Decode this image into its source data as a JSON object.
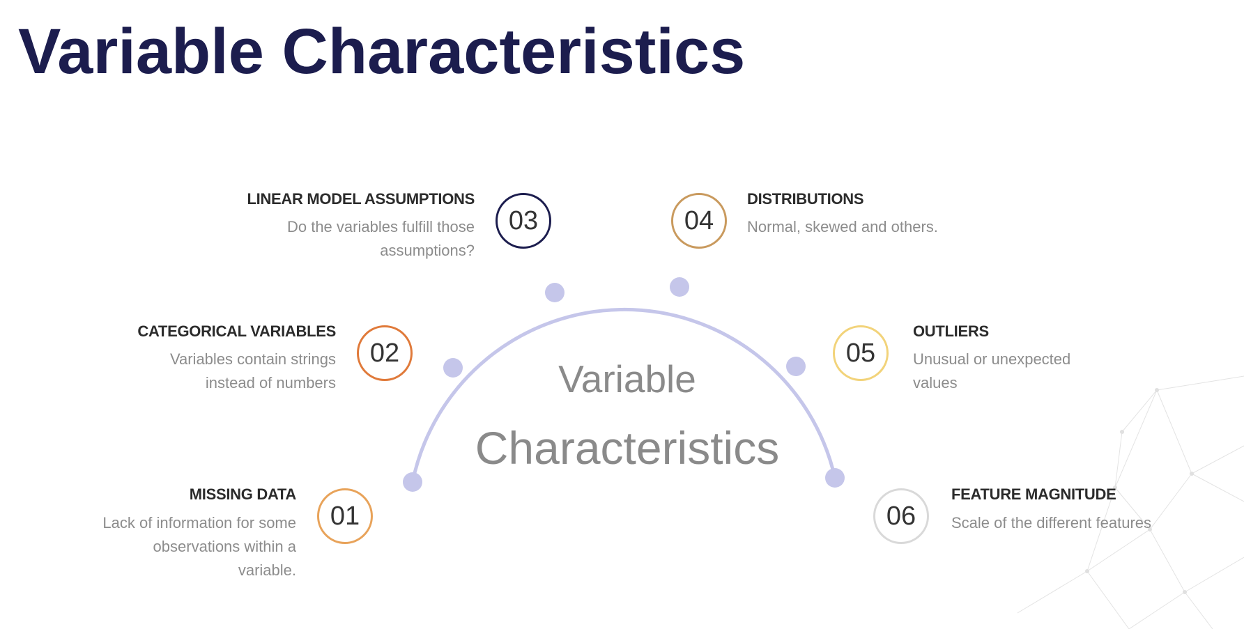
{
  "slide": {
    "title": "Variable Characteristics",
    "center_line1": "Variable",
    "center_line2": "Characteristics"
  },
  "colors": {
    "title": "#1c1d4e",
    "arc": "#c5c6ea",
    "item_01": "#e8a35a",
    "item_02": "#e07a3a",
    "item_03": "#1c1d4e",
    "item_04": "#c99a5e",
    "item_05": "#f2d37a",
    "item_06": "#d9d9d9"
  },
  "items": [
    {
      "number": "01",
      "title": "MISSING DATA",
      "desc": "Lack of information for some\nobservations within a\nvariable."
    },
    {
      "number": "02",
      "title": "CATEGORICAL VARIABLES",
      "desc": "Variables contain strings\ninstead of numbers"
    },
    {
      "number": "03",
      "title": "LINEAR MODEL ASSUMPTIONS",
      "desc": "Do the variables fulfill those\nassumptions?"
    },
    {
      "number": "04",
      "title": "DISTRIBUTIONS",
      "desc": "Normal, skewed and others."
    },
    {
      "number": "05",
      "title": "OUTLIERS",
      "desc": "Unusual or unexpected\nvalues"
    },
    {
      "number": "06",
      "title": "FEATURE MAGNITUDE",
      "desc": "Scale of the different features"
    }
  ]
}
